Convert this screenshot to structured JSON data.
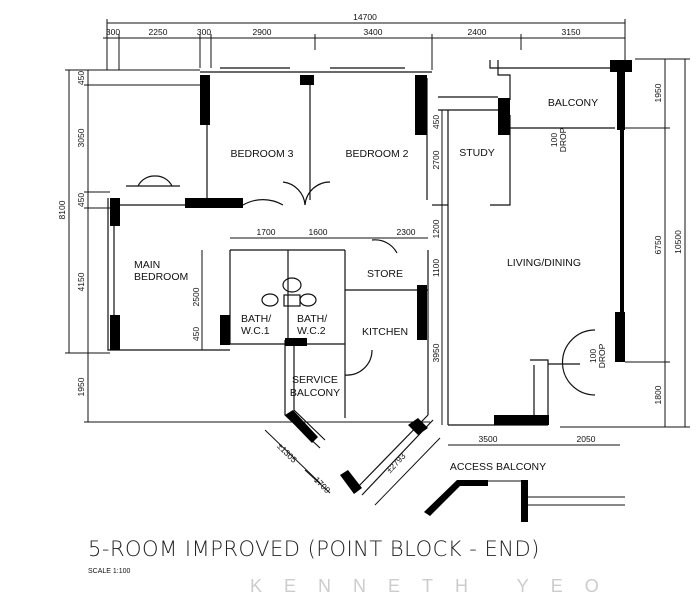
{
  "plan": {
    "title": "5-ROOM IMPROVED (POINT BLOCK - END)",
    "scale": "SCALE   1:100",
    "watermark": "KENNETH YEO",
    "rooms": {
      "bedroom3": "BEDROOM 3",
      "bedroom2": "BEDROOM 2",
      "main_bedroom_1": "MAIN",
      "main_bedroom_2": "BEDROOM",
      "bath1_1": "BATH/",
      "bath1_2": "W.C.1",
      "bath2_1": "BATH/",
      "bath2_2": "W.C.2",
      "store": "STORE",
      "kitchen": "KITCHEN",
      "service_1": "SERVICE",
      "service_2": "BALCONY",
      "study": "STUDY",
      "balcony": "BALCONY",
      "living": "LIVING/DINING",
      "access": "ACCESS  BALCONY"
    },
    "top_dims": {
      "total": "14700",
      "segments": [
        "300",
        "2250",
        "300",
        "2900",
        "3400",
        "2400",
        "3150"
      ]
    },
    "left_dims": {
      "total": "8100",
      "segments": [
        "450",
        "3050",
        "450",
        "4150",
        "1950"
      ]
    },
    "right_dims": {
      "total": "10500",
      "segments": [
        "1950",
        "6750",
        "1800"
      ]
    },
    "inner_dims": {
      "bath1_w": "1700",
      "bath2_w": "1600",
      "store_w": "2300",
      "bath_h": "2500",
      "bath_sill": "450",
      "study_450": "450",
      "study_2700": "2700",
      "d1200": "1200",
      "d1100": "1100",
      "d3950": "3950",
      "living_3500": "3500",
      "living_2050": "2050",
      "diag_1305": "±1305",
      "diag_1700": "1700",
      "diag_2793": "±2793"
    },
    "drops": {
      "balcony_drop_1": "100",
      "balcony_drop_2": "DROP",
      "entry_drop_1": "100",
      "entry_drop_2": "DROP"
    }
  }
}
